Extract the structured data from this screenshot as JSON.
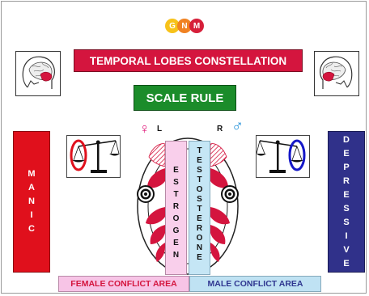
{
  "logo": {
    "letters": [
      "G",
      "N",
      "M"
    ]
  },
  "title": "TEMPORAL LOBES CONSTELLATION",
  "subtitle": "SCALE RULE",
  "left_bar": {
    "letters": [
      "M",
      "A",
      "N",
      "I",
      "C"
    ],
    "color": "#e0101c"
  },
  "right_bar": {
    "letters": [
      "D",
      "E",
      "P",
      "R",
      "E",
      "S",
      "S",
      "I",
      "V",
      "E"
    ],
    "color": "#30318a"
  },
  "symbols": {
    "venus": "♀",
    "mars": "♂"
  },
  "side_labels": {
    "left": "L",
    "right": "R"
  },
  "columns": {
    "estrogen": [
      "E",
      "S",
      "T",
      "R",
      "O",
      "G",
      "E",
      "N"
    ],
    "testosterone": [
      "T",
      "E",
      "S",
      "T",
      "O",
      "S",
      "T",
      "E",
      "R",
      "O",
      "N",
      "E"
    ]
  },
  "footer": {
    "female": "FEMALE CONFLICT AREA",
    "male": "MALE CONFLICT AREA"
  },
  "colors": {
    "title_bg": "#d4153e",
    "scale_bg": "#1b8c2a",
    "female_area": "#f7c4e6",
    "male_area": "#bfe2f3",
    "lobe_red": "#d4153e",
    "left_highlight": "#e0101c",
    "right_highlight": "#1518c8"
  },
  "icons": [
    "gnm-logo",
    "brain-head-left-icon",
    "brain-head-right-icon",
    "scale-left-icon",
    "scale-right-icon",
    "venus-icon",
    "mars-icon",
    "target-left-icon",
    "target-right-icon"
  ]
}
